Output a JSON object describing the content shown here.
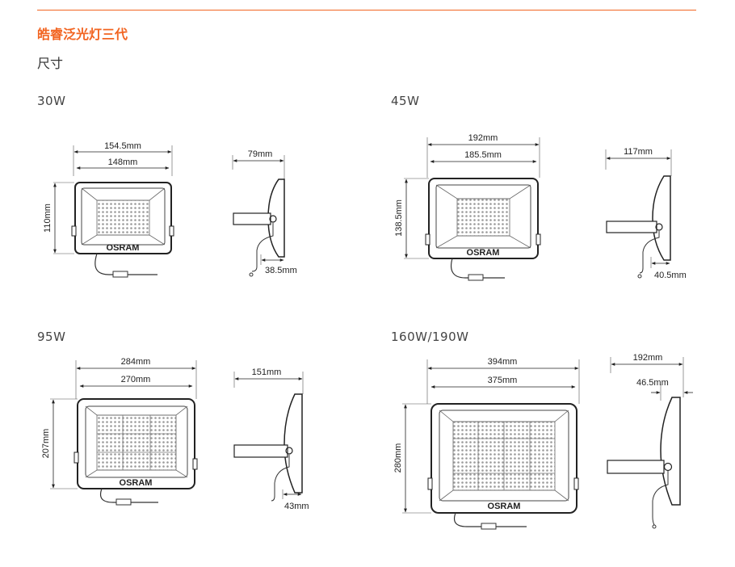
{
  "page": {
    "title": "皓睿泛光灯三代",
    "subtitle": "尺寸",
    "brand": "OSRAM",
    "accent_color": "#f26522"
  },
  "products": [
    {
      "power": "30W",
      "width_outer": "154.5mm",
      "width_inner": "148mm",
      "height": "110mm",
      "depth": "79mm",
      "bracket": "38.5mm"
    },
    {
      "power": "45W",
      "width_outer": "192mm",
      "width_inner": "185.5mm",
      "height": "138.5mm",
      "depth": "117mm",
      "bracket": "40.5mm"
    },
    {
      "power": "95W",
      "width_outer": "284mm",
      "width_inner": "270mm",
      "height": "207mm",
      "depth": "151mm",
      "bracket": "43mm"
    },
    {
      "power": "160W/190W",
      "width_outer": "394mm",
      "width_inner": "375mm",
      "height": "280mm",
      "depth": "192mm",
      "bracket": "46.5mm"
    }
  ]
}
